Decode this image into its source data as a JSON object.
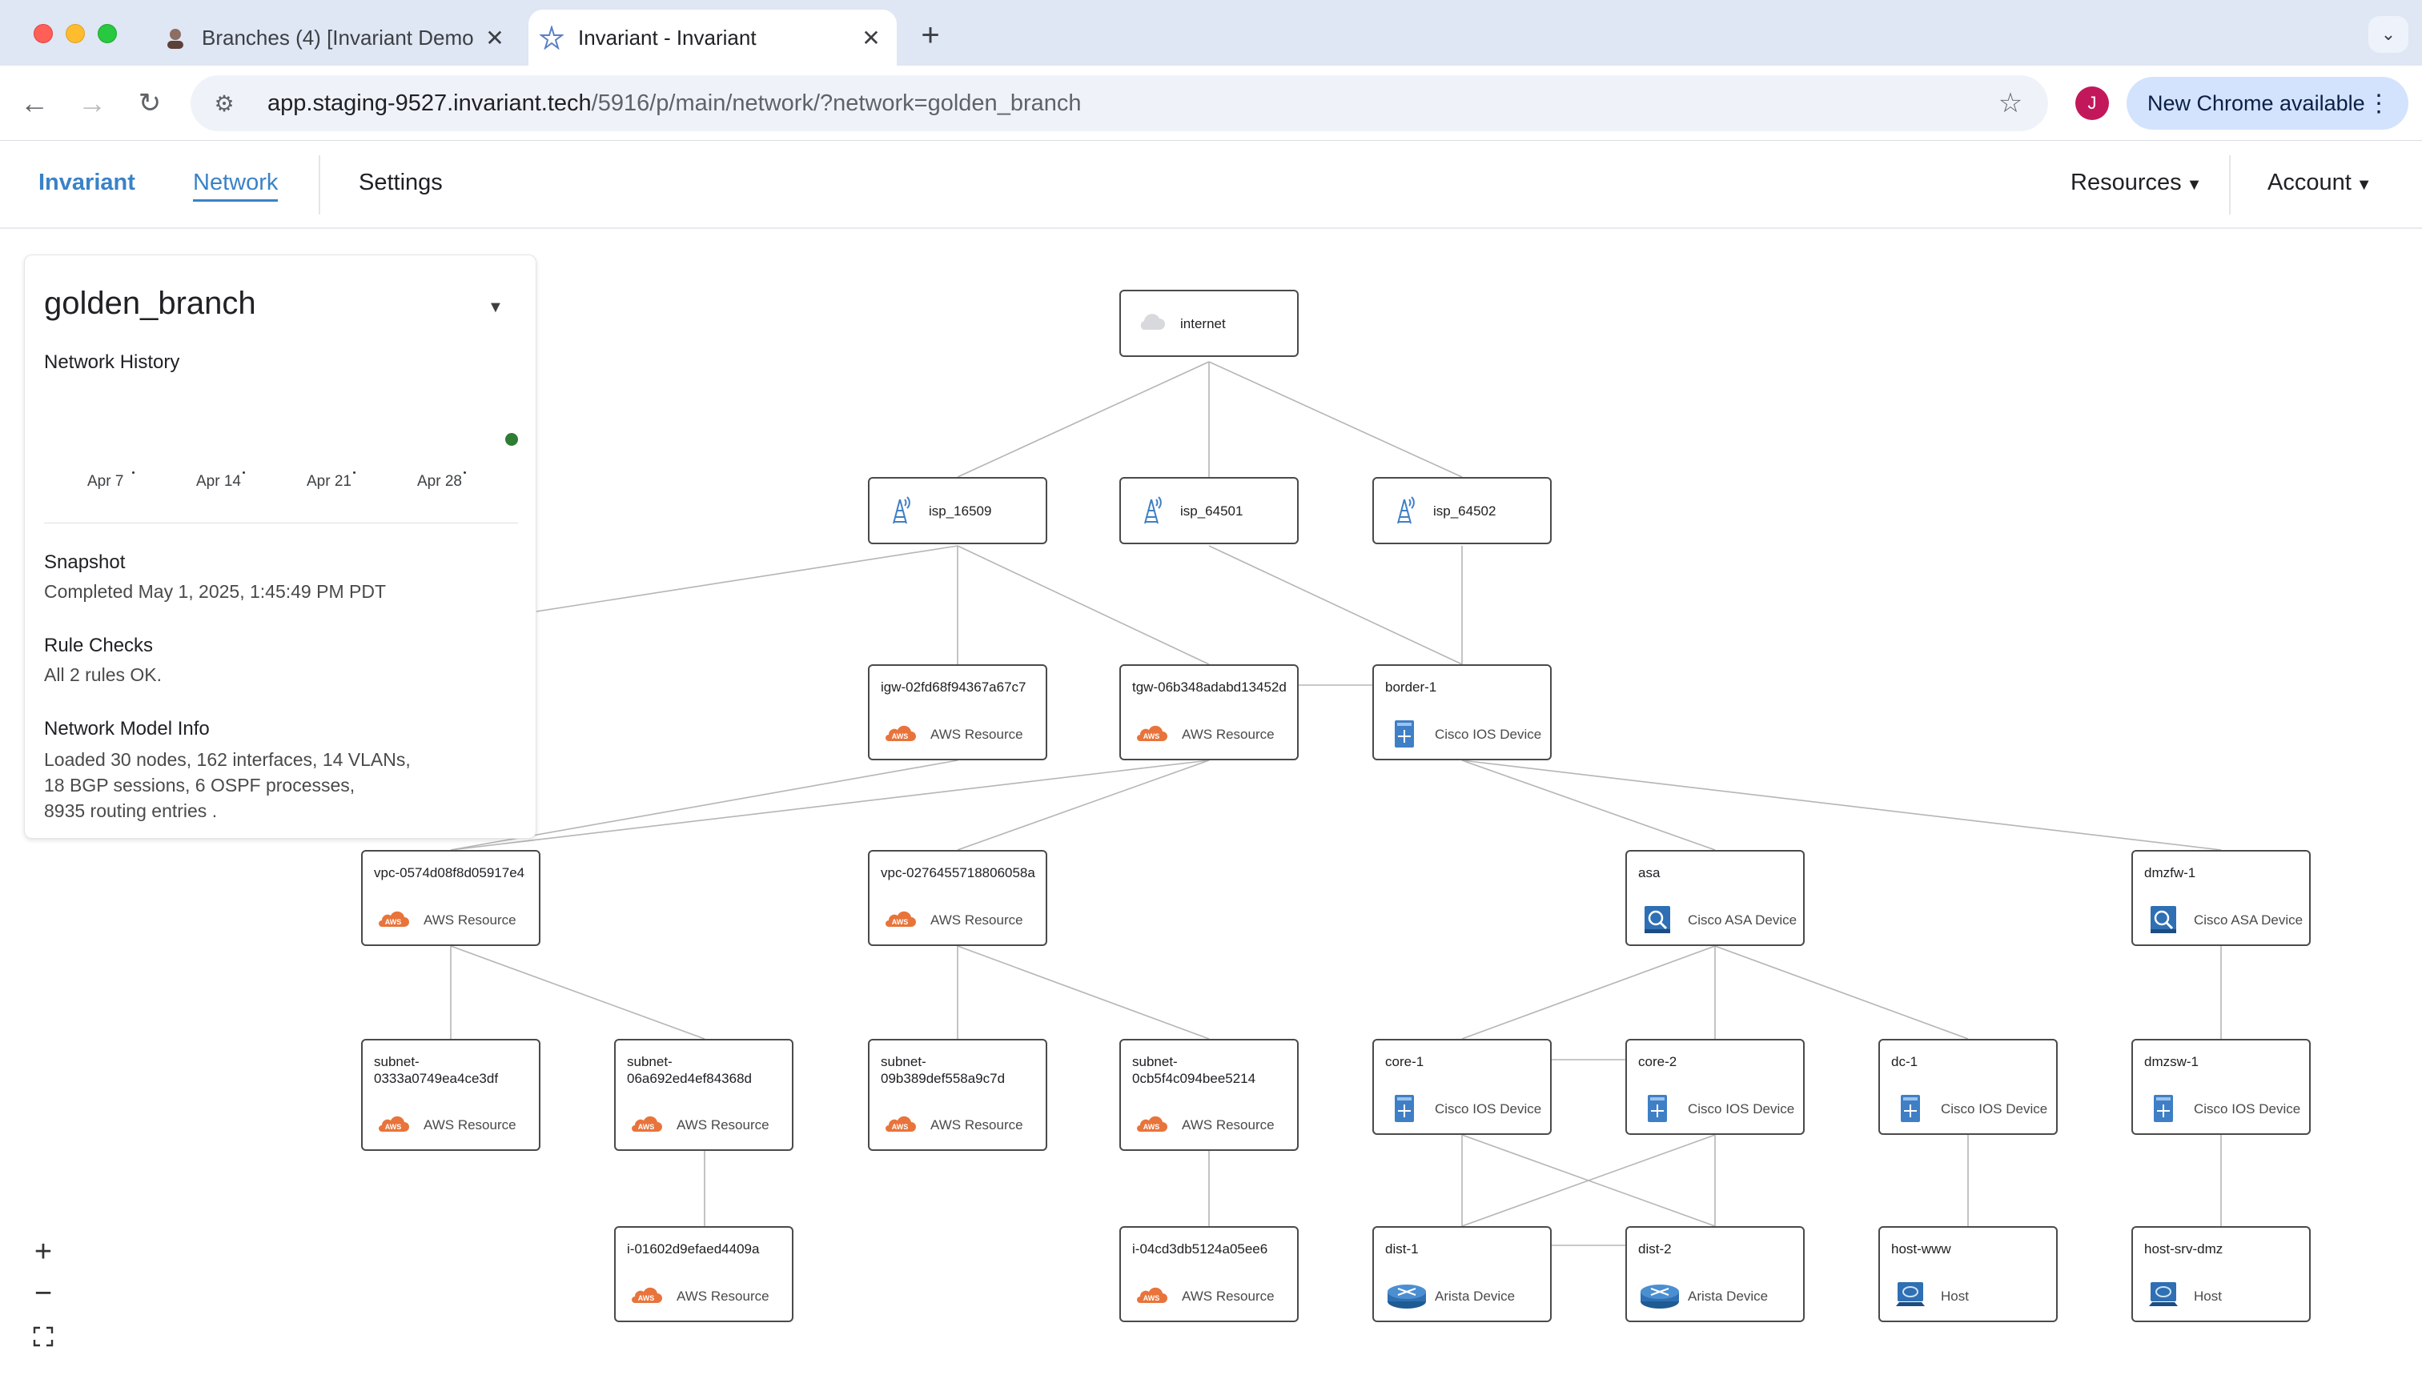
{
  "browser": {
    "tabs": [
      {
        "title": "Branches (4) [Invariant Demo",
        "active": false
      },
      {
        "title": "Invariant - Invariant",
        "active": true
      }
    ],
    "url_host": "app.staging-9527.invariant.tech",
    "url_path": "/5916/p/main/network/?network=golden_branch",
    "profile_initial": "J",
    "update_label": "New Chrome available"
  },
  "header": {
    "brand": "Invariant",
    "nav_network": "Network",
    "nav_settings": "Settings",
    "resources": "Resources",
    "account": "Account"
  },
  "panel": {
    "network_name": "golden_branch",
    "history_label": "Network History",
    "history_ticks": [
      "Apr 7",
      "Apr 14",
      "Apr 21",
      "Apr 28"
    ],
    "snapshot_label": "Snapshot",
    "snapshot_value": "Completed May 1, 2025, 1:45:49 PM PDT",
    "rule_checks_label": "Rule Checks",
    "rule_checks_value": "All 2 rules OK.",
    "model_info_label": "Network Model Info",
    "model_info_line1": "Loaded 30 nodes, 162 interfaces, 14 VLANs,",
    "model_info_line2": "18 BGP sessions, 6 OSPF processes,",
    "model_info_line3": "8935 routing entries ."
  },
  "nodes": {
    "internet": {
      "label": "internet",
      "icon": "cloud-icon"
    },
    "isp_16509": {
      "label": "isp_16509",
      "icon": "tower-icon"
    },
    "isp_64501": {
      "label": "isp_64501",
      "icon": "tower-icon"
    },
    "isp_64502": {
      "label": "isp_64502",
      "icon": "tower-icon"
    },
    "igw": {
      "label": "igw-02fd68f94367a67c7",
      "type": "AWS Resource",
      "icon": "aws-icon"
    },
    "tgw": {
      "label": "tgw-06b348adabd13452d",
      "type": "AWS Resource",
      "icon": "aws-icon"
    },
    "border1": {
      "label": "border-1",
      "type": "Cisco IOS Device",
      "icon": "cisco-ios-icon"
    },
    "vpc1": {
      "label": "vpc-0574d08f8d05917e4",
      "type": "AWS Resource",
      "icon": "aws-icon"
    },
    "vpc2": {
      "label": "vpc-0276455718806058a",
      "type": "AWS Resource",
      "icon": "aws-icon"
    },
    "asa": {
      "label": "asa",
      "type": "Cisco ASA Device",
      "icon": "cisco-asa-icon"
    },
    "dmzfw1": {
      "label": "dmzfw-1",
      "type": "Cisco ASA Device",
      "icon": "cisco-asa-icon"
    },
    "subnet1": {
      "label": "subnet-\n0333a0749ea4ce3df",
      "type": "AWS Resource",
      "icon": "aws-icon"
    },
    "subnet2": {
      "label": "subnet-\n06a692ed4ef84368d",
      "type": "AWS Resource",
      "icon": "aws-icon"
    },
    "subnet3": {
      "label": "subnet-\n09b389def558a9c7d",
      "type": "AWS Resource",
      "icon": "aws-icon"
    },
    "subnet4": {
      "label": "subnet-\n0cb5f4c094bee5214",
      "type": "AWS Resource",
      "icon": "aws-icon"
    },
    "core1": {
      "label": "core-1",
      "type": "Cisco IOS Device",
      "icon": "cisco-ios-icon"
    },
    "core2": {
      "label": "core-2",
      "type": "Cisco IOS Device",
      "icon": "cisco-ios-icon"
    },
    "dc1": {
      "label": "dc-1",
      "type": "Cisco IOS Device",
      "icon": "cisco-ios-icon"
    },
    "dmzsw1": {
      "label": "dmzsw-1",
      "type": "Cisco IOS Device",
      "icon": "cisco-ios-icon"
    },
    "i1": {
      "label": "i-01602d9efaed4409a",
      "type": "AWS Resource",
      "icon": "aws-icon"
    },
    "i2": {
      "label": "i-04cd3db5124a05ee6",
      "type": "AWS Resource",
      "icon": "aws-icon"
    },
    "dist1": {
      "label": "dist-1",
      "type": "Arista Device",
      "icon": "router-icon"
    },
    "dist2": {
      "label": "dist-2",
      "type": "Arista Device",
      "icon": "router-icon"
    },
    "hostwww": {
      "label": "host-www",
      "type": "Host",
      "icon": "host-icon"
    },
    "hostsrvdmz": {
      "label": "host-srv-dmz",
      "type": "Host",
      "icon": "host-icon"
    }
  },
  "colors": {
    "accent": "#3a82c7",
    "aws": "#e8743b",
    "cisco": "#3f7fc6",
    "history_dot": "#2e7d32"
  }
}
